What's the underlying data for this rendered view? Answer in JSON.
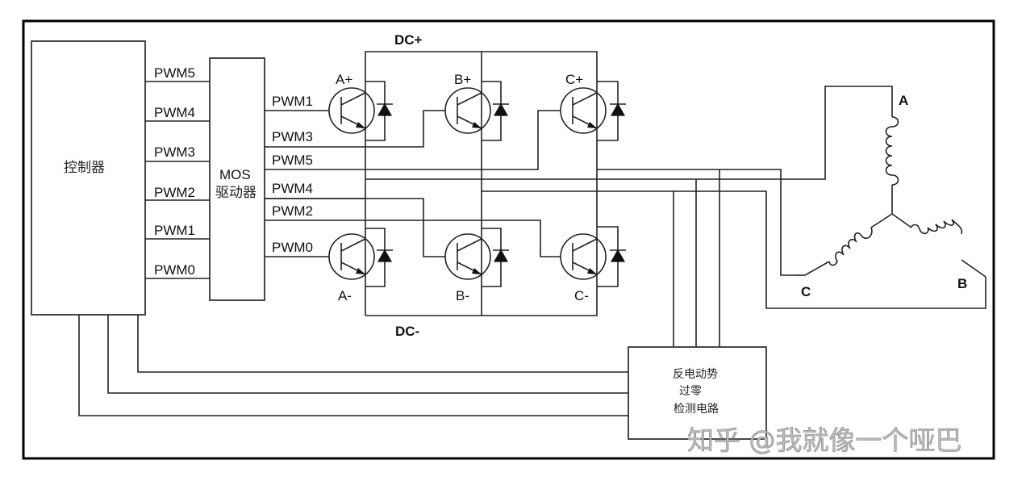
{
  "diagram": {
    "title": "BLDC sensorless drive block diagram",
    "controller": {
      "label": "控制器"
    },
    "driver": {
      "label_line1": "MOS",
      "label_line2": "驱动器"
    },
    "controller_outputs": [
      "PWM5",
      "PWM4",
      "PWM3",
      "PWM2",
      "PWM1",
      "PWM0"
    ],
    "driver_outputs": [
      "PWM1",
      "PWM3",
      "PWM5",
      "PWM4",
      "PWM2",
      "PWM0"
    ],
    "rails": {
      "positive": "DC+",
      "negative": "DC-"
    },
    "switches": {
      "upper": [
        "A+",
        "B+",
        "C+"
      ],
      "lower": [
        "A-",
        "B-",
        "C-"
      ]
    },
    "motor_phases": [
      "A",
      "B",
      "C"
    ],
    "bemf_detector": {
      "line1": "反电动势",
      "line2": "过零",
      "line3": "检测电路"
    },
    "watermark": "知乎 @我就像一个哑巴",
    "colors": {
      "line": "#222222",
      "background": "#ffffff",
      "watermark": "#bbbbbb"
    }
  }
}
